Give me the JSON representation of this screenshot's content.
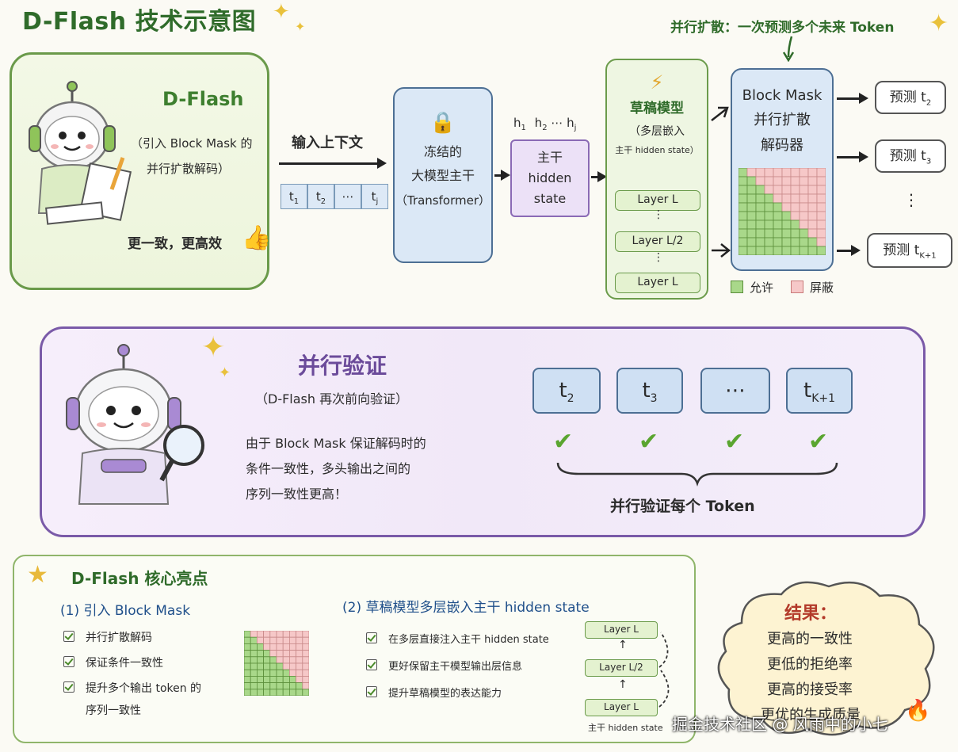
{
  "title": "D-Flash 技术示意图",
  "top_annotation": "并行扩散：一次预测多个未来 Token",
  "left_panel": {
    "name": "D-Flash",
    "desc1": "（引入 Block Mask 的",
    "desc2": "并行扩散解码）",
    "slogan": "更一致，更高效"
  },
  "input": {
    "label": "输入上下文",
    "tokens": [
      "t",
      "t",
      "⋯",
      "t"
    ],
    "subs": [
      "1",
      "2",
      "",
      "j"
    ]
  },
  "frozen_model": {
    "line1": "冻结的",
    "line2": "大模型主干",
    "line3": "（Transformer）"
  },
  "hidden": {
    "h_labels": [
      "h",
      "h",
      "⋯",
      "h"
    ],
    "h_subs": [
      "1",
      "2",
      "",
      "j"
    ],
    "line1": "主干",
    "line2": "hidden",
    "line3": "state"
  },
  "draft_model": {
    "line1": "草稿模型",
    "line2": "（多层嵌入",
    "line3": "主干 hidden state）",
    "layers": [
      "Layer L",
      "Layer L/2",
      "Layer L"
    ]
  },
  "decoder": {
    "line1": "Block Mask",
    "line2": "并行扩散",
    "line3": "解码器",
    "legend_allow": "允许",
    "legend_mask": "屏蔽"
  },
  "predictions": {
    "items": [
      "预测 t",
      "预测 t",
      "预测 t"
    ],
    "subs": [
      "2",
      "3",
      "K+1"
    ]
  },
  "verify": {
    "title": "并行验证",
    "subtitle": "（D-Flash 再次前向验证）",
    "text1": "由于 Block Mask 保证解码时的",
    "text2": "条件一致性，多头输出之间的",
    "text3": "序列一致性更高！",
    "tokens": [
      "t",
      "t",
      "⋯",
      "t"
    ],
    "subs": [
      "2",
      "3",
      "",
      "K+1"
    ],
    "caption": "并行验证每个 Token"
  },
  "highlights": {
    "title": "D-Flash 核心亮点",
    "sec1_title": "(1) 引入 Block Mask",
    "sec1_items": [
      "并行扩散解码",
      "保证条件一致性",
      "提升多个输出 token 的"
    ],
    "sec1_item3_cont": "序列一致性",
    "sec2_title": "(2) 草稿模型多层嵌入主干 hidden state",
    "sec2_items": [
      "在多层直接注入主干 hidden state",
      "更好保留主干模型输出层信息",
      "提升草稿模型的表达能力"
    ],
    "sec2_layers": [
      "Layer L",
      "Layer L/2",
      "Layer L"
    ],
    "sec2_caption": "主干 hidden state"
  },
  "result": {
    "title": "结果：",
    "items": [
      "更高的一致性",
      "更低的拒绝率",
      "更高的接受率",
      "更优的生成质量"
    ]
  },
  "watermark": "掘金技术社区 @ 风雨中的小七",
  "colors": {
    "green": "#3e7f2f",
    "purple": "#6b4b9a",
    "blue": "#dde9f6"
  }
}
